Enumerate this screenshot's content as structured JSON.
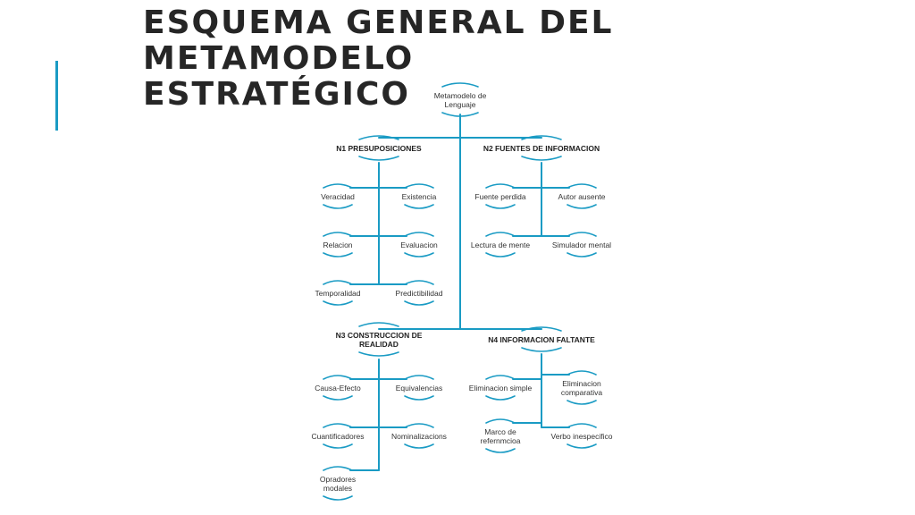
{
  "slide": {
    "title_line1": "ESQUEMA GENERAL DEL METAMODELO",
    "title_line2": "ESTRATÉGICO",
    "accent_color": "#1a9bc4"
  },
  "diagram": {
    "root": [
      "Metamodelo de",
      "Lenguaje"
    ],
    "n1": {
      "title": [
        "N1 PRESUPOSICIONES"
      ],
      "items": [
        [
          "Veracidad"
        ],
        [
          "Existencia"
        ],
        [
          "Relacion"
        ],
        [
          "Evaluacion"
        ],
        [
          "Temporalidad"
        ],
        [
          "Predictibilidad"
        ]
      ]
    },
    "n2": {
      "title": [
        "N2 FUENTES DE INFORMACION"
      ],
      "items": [
        [
          "Fuente perdida"
        ],
        [
          "Autor ausente"
        ],
        [
          "Lectura de mente"
        ],
        [
          "Simulador mental"
        ]
      ]
    },
    "n3": {
      "title": [
        "N3 CONSTRUCCION DE",
        "REALIDAD"
      ],
      "items": [
        [
          "Causa-Efecto"
        ],
        [
          "Equivalencias"
        ],
        [
          "Cuantificadores"
        ],
        [
          "Nominalizacions"
        ],
        [
          "Opradores",
          "modales"
        ]
      ]
    },
    "n4": {
      "title": [
        "N4 INFORMACION FALTANTE"
      ],
      "items": [
        [
          "Eliminacion simple"
        ],
        [
          "Eliminacion",
          "comparativa"
        ],
        [
          "Marco de",
          "refernmcioa"
        ],
        [
          "Verbo inespecifico"
        ]
      ]
    }
  }
}
